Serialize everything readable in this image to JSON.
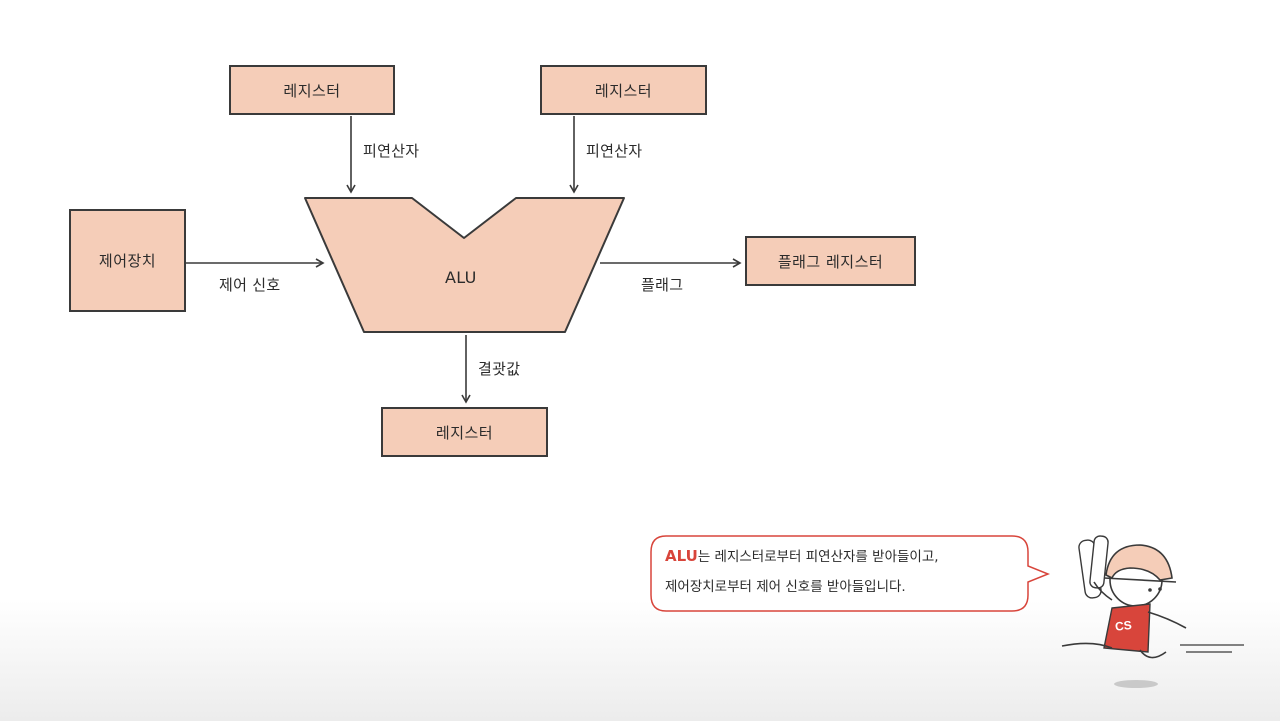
{
  "diagram": {
    "register_top_left": "레지스터",
    "register_top_right": "레지스터",
    "operand_left": "피연산자",
    "operand_right": "피연산자",
    "control_unit": "제어장치",
    "control_signal": "제어 신호",
    "alu": "ALU",
    "flag": "플래그",
    "flag_register": "플래그 레지스터",
    "result": "결괏값",
    "register_bottom": "레지스터"
  },
  "caption": {
    "highlight": "ALU",
    "line1_rest": "는 레지스터로부터 피연산자를 받아들이고,",
    "line2": "제어장치로부터 제어 신호를 받아들입니다."
  },
  "mascot": {
    "shirt_text": "CS"
  },
  "colors": {
    "box_fill": "#f5cdb8",
    "outline": "#3a3a3a",
    "accent": "#d8453b"
  }
}
